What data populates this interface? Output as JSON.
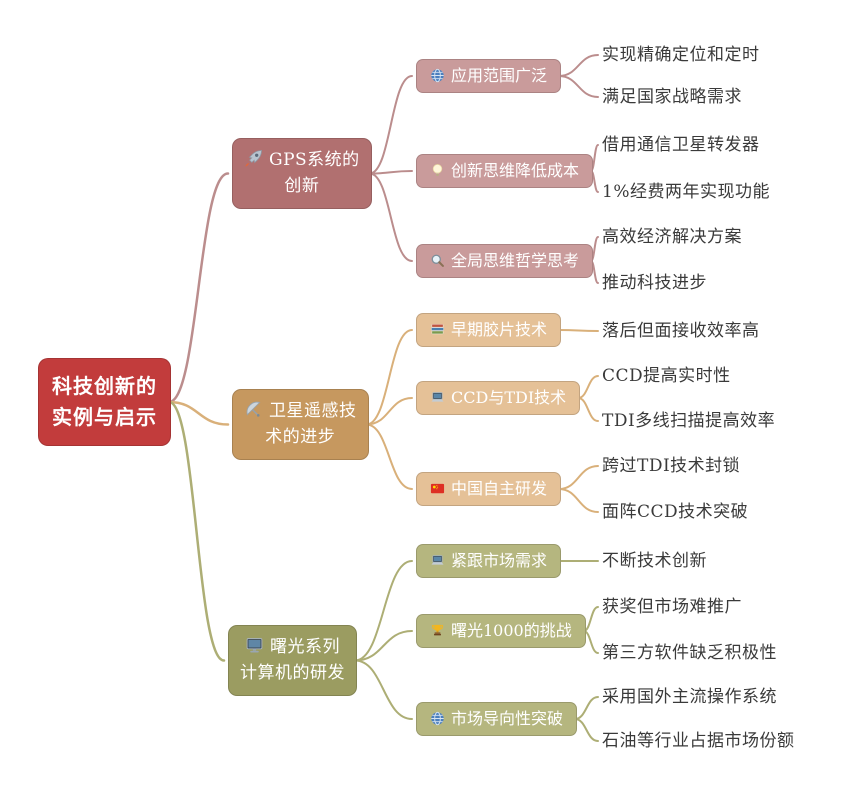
{
  "root": {
    "label": "科技创新的\n实例与启示",
    "bg": "#c23c3c",
    "text_color": "#ffffff"
  },
  "branches": [
    {
      "label": "GPS系统的\n创新",
      "icon": "rocket-icon",
      "bg": "#b17070",
      "sub_bg": "#c99b9b",
      "line": "#bb8d8d",
      "topics": [
        {
          "label": "应用范围广泛",
          "icon": "globe-icon",
          "leaves": [
            "实现精确定位和定时",
            "满足国家战略需求"
          ]
        },
        {
          "label": "创新思维降低成本",
          "icon": "light-bulb-icon",
          "leaves": [
            "借用通信卫星转发器",
            "1%经费两年实现功能"
          ]
        },
        {
          "label": "全局思维哲学思考",
          "icon": "magnifier-icon",
          "leaves": [
            "高效经济解决方案",
            "推动科技进步"
          ]
        }
      ]
    },
    {
      "label": "卫星遥感技\n术的进步",
      "icon": "satellite-dish-icon",
      "bg": "#c6985f",
      "sub_bg": "#e5c197",
      "line": "#d9b07a",
      "topics": [
        {
          "label": "早期胶片技术",
          "icon": "books-icon",
          "leaves": [
            "落后但面接收效率高"
          ]
        },
        {
          "label": "CCD与TDI技术",
          "icon": "laptop-icon",
          "leaves": [
            "CCD提高实时性",
            "TDI多线扫描提高效率"
          ]
        },
        {
          "label": "中国自主研发",
          "icon": "china-flag-icon",
          "leaves": [
            "跨过TDI技术封锁",
            "面阵CCD技术突破"
          ]
        }
      ]
    },
    {
      "label": "曙光系列\n计算机的研发",
      "icon": "desktop-computer-icon",
      "bg": "#9b9c61",
      "sub_bg": "#b5b67f",
      "line": "#adae75",
      "topics": [
        {
          "label": "紧跟市场需求",
          "icon": "laptop-icon",
          "leaves": [
            "不断技术创新"
          ]
        },
        {
          "label": "曙光1000的挑战",
          "icon": "trophy-icon",
          "leaves": [
            "获奖但市场难推广",
            "第三方软件缺乏积极性"
          ]
        },
        {
          "label": "市场导向性突破",
          "icon": "globe-icon",
          "leaves": [
            "采用国外主流操作系统",
            "石油等行业占据市场份额"
          ]
        }
      ]
    }
  ]
}
